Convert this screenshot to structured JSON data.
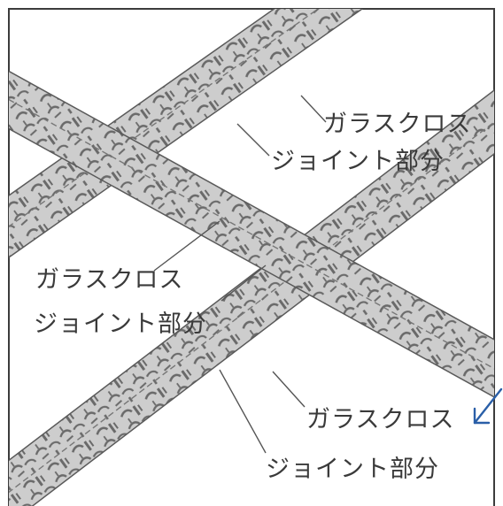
{
  "diagram": {
    "labels": [
      {
        "id": "glass-cloth-label-top",
        "text": "ガラスクロス"
      },
      {
        "id": "joint-label-top",
        "text": "ジョイント部分"
      },
      {
        "id": "glass-cloth-label-middle",
        "text": "ガラスクロス"
      },
      {
        "id": "joint-label-middle",
        "text": "ジョイント部分"
      },
      {
        "id": "glass-cloth-label-bottom",
        "text": "ガラスクロス"
      },
      {
        "id": "joint-label-bottom",
        "text": "ジョイント部分"
      }
    ],
    "colors": {
      "tape_fill": "#cdcdcd",
      "tape_pattern": "#6a6a6a",
      "frame": "#3c3c3c",
      "leader": "#555555",
      "arrow": "#2a5fa8"
    }
  }
}
